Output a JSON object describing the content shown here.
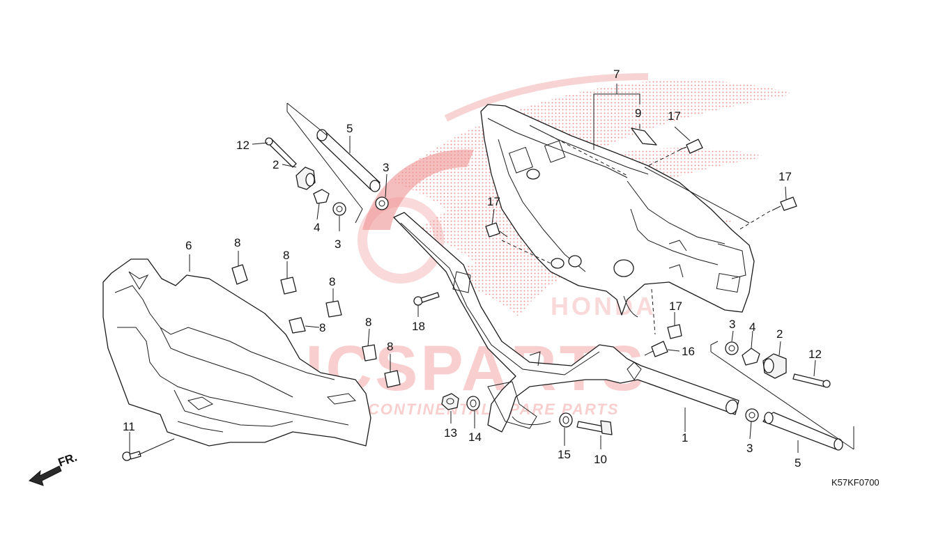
{
  "watermark": {
    "brand": "ICSPARTS",
    "tagline": "INTERCONTINENTAL SPARE PARTS",
    "overlay": "HONDA",
    "color": "#e23a3a"
  },
  "diagram_code": "K57KF0700",
  "direction_label": "FR.",
  "callouts": {
    "c1": "1",
    "c2a": "2",
    "c2b": "2",
    "c3a": "3",
    "c3b": "3",
    "c3c": "3",
    "c3d": "3",
    "c4a": "4",
    "c4b": "4",
    "c5a": "5",
    "c5b": "5",
    "c6": "6",
    "c7": "7",
    "c8a": "8",
    "c8b": "8",
    "c8c": "8",
    "c8d": "8",
    "c8e": "8",
    "c8f": "8",
    "c9": "9",
    "c10": "10",
    "c11": "11",
    "c12a": "12",
    "c12b": "12",
    "c13": "13",
    "c14": "14",
    "c15": "15",
    "c16": "16",
    "c17a": "17",
    "c17b": "17",
    "c17c": "17",
    "c17d": "17",
    "c18": "18"
  }
}
